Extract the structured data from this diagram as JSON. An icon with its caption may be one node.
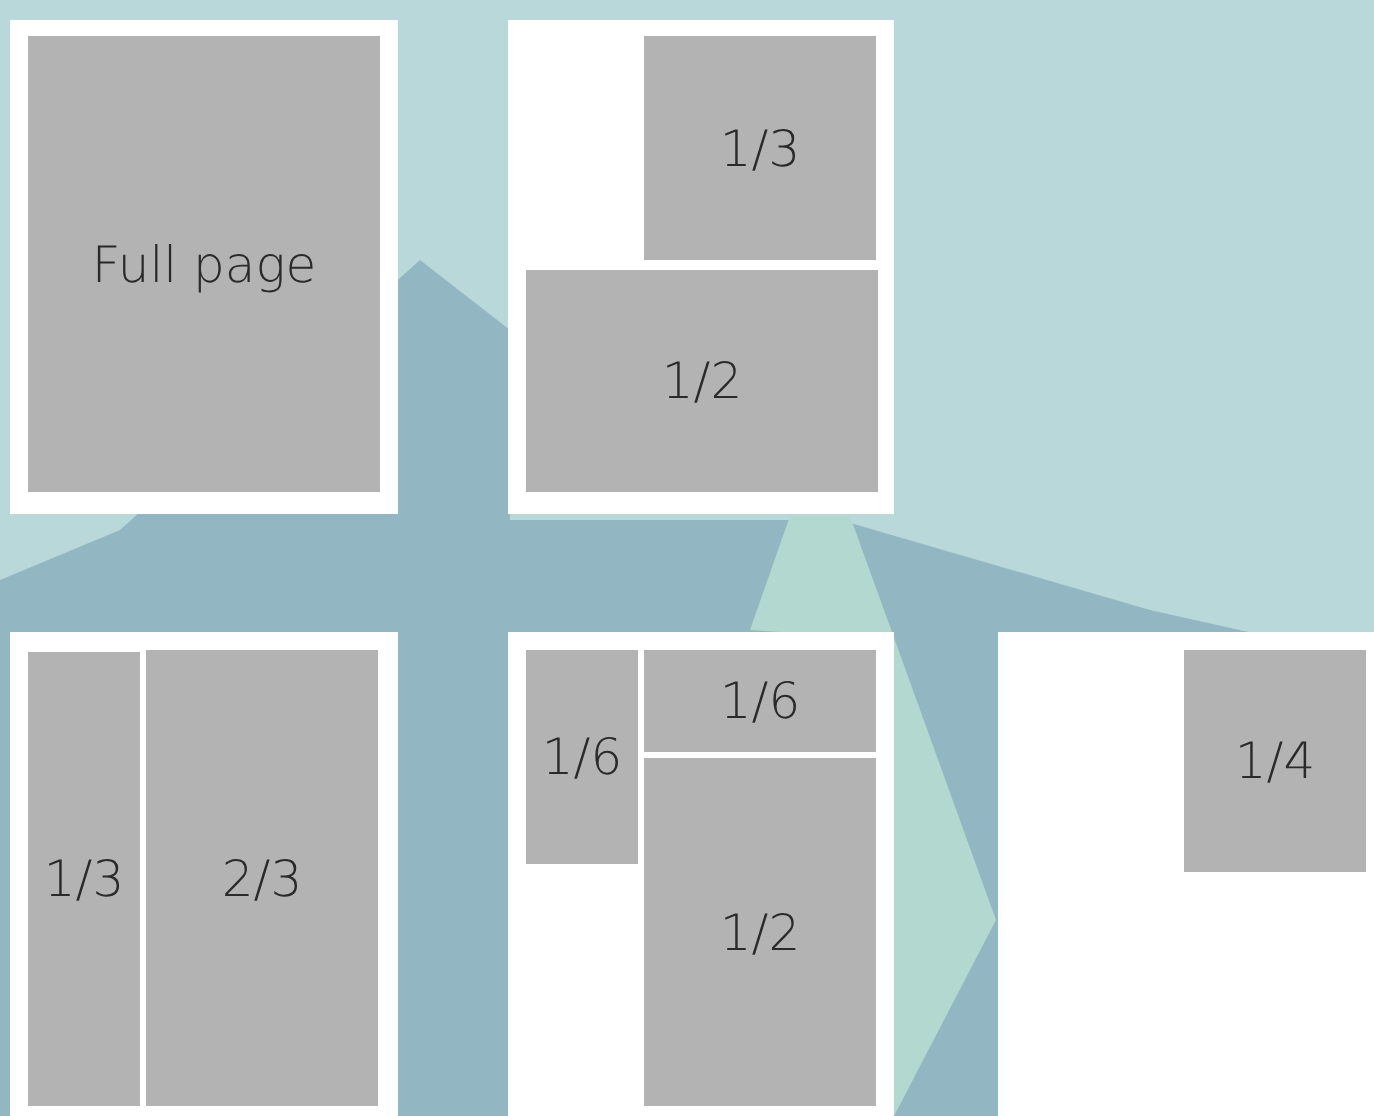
{
  "diagram": {
    "nodes": [
      {
        "text": [],
        "shape": "box"
      },
      {
        "text": [
          "Full page"
        ],
        "in": 0
      },
      {
        "text": [],
        "shape": "box"
      },
      {
        "text": [
          "1/3"
        ],
        "in": 2
      },
      {
        "text": [
          "1/2"
        ],
        "in": 2
      },
      {
        "text": [],
        "shape": "box"
      },
      {
        "text": [
          "1/3"
        ],
        "in": 5
      },
      {
        "text": [
          "2/3"
        ],
        "in": 5
      },
      {
        "text": [],
        "shape": "box"
      },
      {
        "text": [
          "1/6"
        ],
        "in": 8
      },
      {
        "text": [
          "1/6"
        ],
        "in": 8
      },
      {
        "text": [
          "1/2"
        ],
        "in": 8
      },
      {
        "text": [],
        "shape": "box"
      },
      {
        "text": [
          "1/4"
        ],
        "in": 12
      }
    ]
  }
}
